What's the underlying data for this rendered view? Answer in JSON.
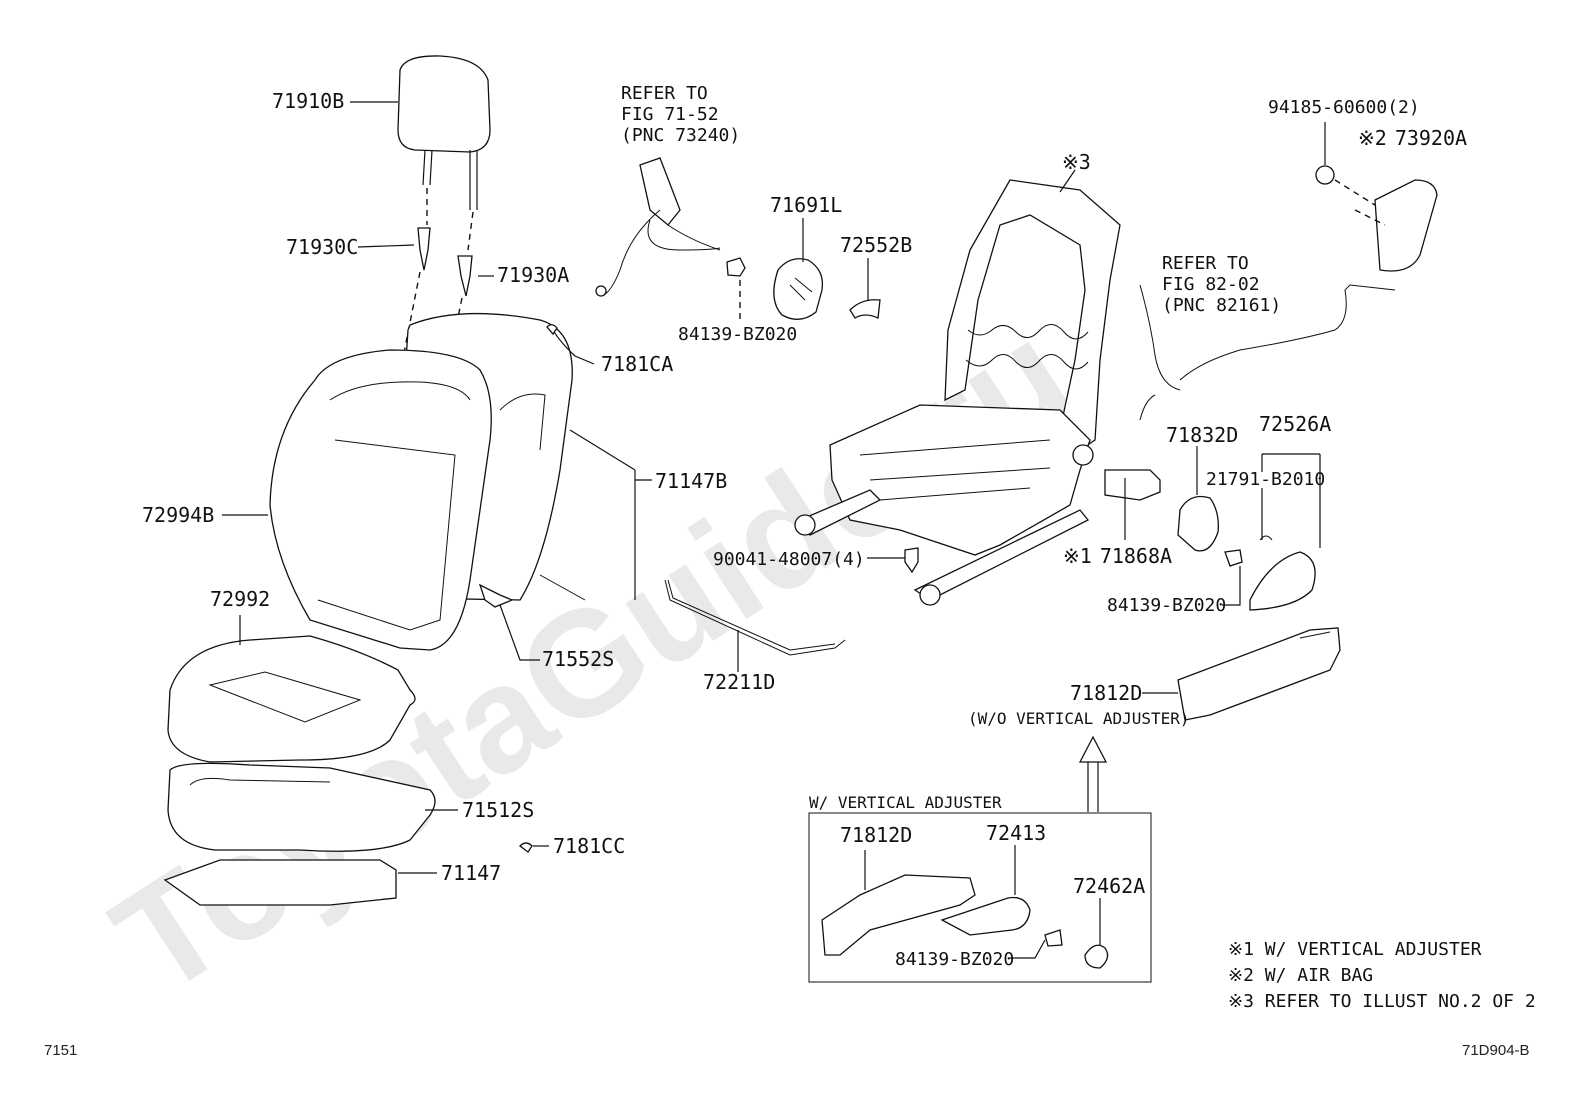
{
  "watermark": "ToyotaGuide.ru",
  "parts": {
    "p71910B": "71910B",
    "p71930C": "71930C",
    "p71930A": "71930A",
    "p7181CA": "7181CA",
    "p71147B": "71147B",
    "p72994B": "72994B",
    "p72992": "72992",
    "p71552S": "71552S",
    "p71512S": "71512S",
    "p7181CC": "7181CC",
    "p71147": "71147",
    "p71691L": "71691L",
    "p72552B": "72552B",
    "p84139_a": "84139-BZ020",
    "p90041": "90041-48007(4)",
    "p72211D": "72211D",
    "p71868A": "71868A",
    "p71832D": "71832D",
    "p72526A": "72526A",
    "p21791": "21791-B2010",
    "p84139_b": "84139-BZ020",
    "p71812D": "71812D",
    "p71812D_note": "(W/O VERTICAL ADJUSTER)",
    "p94185": "94185-60600(2)",
    "p73920A": "73920A",
    "p71812D_box": "71812D",
    "p72413": "72413",
    "p72462A": "72462A",
    "p84139_c": "84139-BZ020"
  },
  "marks": {
    "m1": "※1",
    "m2": "※2",
    "m3": "※3"
  },
  "refs": {
    "ref1_l1": "REFER TO",
    "ref1_l2": "FIG 71-52",
    "ref1_l3": "(PNC 73240)",
    "ref2_l1": "REFER TO",
    "ref2_l2": "FIG 82-02",
    "ref2_l3": "(PNC 82161)"
  },
  "box_title": "W/ VERTICAL ADJUSTER",
  "legend": [
    "※1 W/ VERTICAL ADJUSTER",
    "※2 W/ AIR BAG",
    "※3 REFER TO ILLUST NO.2 OF 2"
  ],
  "footer": {
    "left": "7151",
    "right": "71D904-B"
  }
}
